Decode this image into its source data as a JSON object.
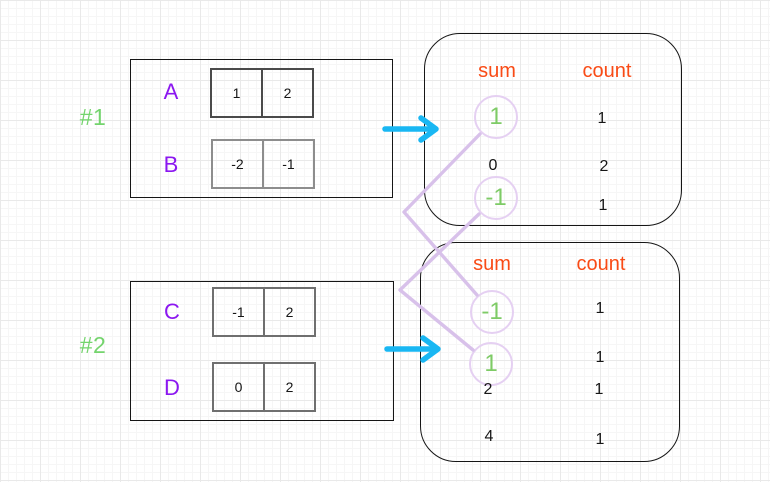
{
  "diagram": {
    "groups": [
      {
        "label": "#1",
        "arrays": [
          {
            "name": "A",
            "cells": [
              "1",
              "2"
            ]
          },
          {
            "name": "B",
            "cells": [
              "-2",
              "-1"
            ]
          }
        ]
      },
      {
        "label": "#2",
        "arrays": [
          {
            "name": "C",
            "cells": [
              "-1",
              "2"
            ]
          },
          {
            "name": "D",
            "cells": [
              "0",
              "2"
            ]
          }
        ]
      }
    ],
    "tables": [
      {
        "headers": {
          "sum": "sum",
          "count": "count"
        },
        "rows": [
          {
            "sum": "1",
            "count": "1",
            "circled": true
          },
          {
            "sum": "0",
            "count": "2",
            "circled": false
          },
          {
            "sum": "-1",
            "count": "1",
            "circled": true
          }
        ]
      },
      {
        "headers": {
          "sum": "sum",
          "count": "count"
        },
        "rows": [
          {
            "sum": "-1",
            "count": "1",
            "circled": true
          },
          {
            "sum": "1",
            "count": "1",
            "circled": true
          },
          {
            "sum": "2",
            "count": "1",
            "circled": false
          },
          {
            "sum": "4",
            "count": "1",
            "circled": false
          }
        ]
      }
    ],
    "connections": [
      {
        "from": "table1.sum.1",
        "to": "table2.sum.-1"
      },
      {
        "from": "table1.sum.-1",
        "to": "table2.sum.1"
      }
    ]
  },
  "icons": {
    "arrow_top": "arrow-right-icon",
    "arrow_bottom": "arrow-right-icon",
    "connector": "match-connector-line"
  },
  "colors": {
    "green": "#74d46d",
    "value_green": "#7ecb66",
    "purple": "#8b17f0",
    "orange": "#f94b16",
    "cyan": "#19b7f3",
    "lavender": "#d8c1ea",
    "lavender_light": "#e5d0f2",
    "ink": "#161616",
    "grid_minor": "#f6f6f6",
    "grid_major": "#e9e9e9",
    "border_a": "#4a4a4a",
    "border_b": "#8d8d8d",
    "border_cd": "#6f6f6f"
  }
}
